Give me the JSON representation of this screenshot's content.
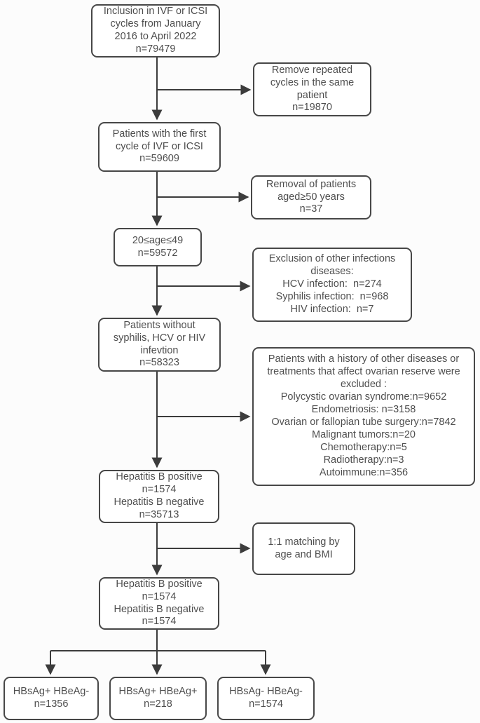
{
  "style": {
    "background": "#fcfcfc",
    "box_border_color": "#474747",
    "box_text_color": "#4e4e4e",
    "line_color": "#3c3c3c"
  },
  "flowchart": {
    "boxes": {
      "inclusion": "Inclusion in IVF or ICSI\ncycles from January\n2016 to April 2022\nn=79479",
      "remove_repeated": "Remove repeated\ncycles in the same\npatient\nn=19870",
      "first_cycle": "Patients with the first\ncycle of IVF or ICSI\nn=59609",
      "remove_aged": "Removal of patients\naged≥50 years\nn=37",
      "age_range": "20≤age≤49\nn=59572",
      "exclude_infections": "Exclusion of other infections\ndiseases:\nHCV infection:  n=274\nSyphilis infection:  n=968\nHIV infection:  n=7",
      "no_infection": "Patients without\nsyphilis, HCV or HIV\ninfevtion\nn=58323",
      "exclude_history": "Patients with a history of other diseases or\ntreatments that affect ovarian reserve were\nexcluded :\nPolycystic ovarian syndrome:n=9652\nEndometriosis: n=3158\nOvarian or fallopian tube surgery:n=7842\nMalignant tumors:n=20\nChemotherapy:n=5\nRadiotherapy:n=3\nAutoimmune:n=356",
      "hbv_groups_initial": "Hepatitis B positive\nn=1574\nHepatitis B negative\nn=35713",
      "matching": "1:1 matching by\nage and BMI",
      "hbv_groups_matched": "Hepatitis B positive\nn=1574\nHepatitis B negative\nn=1574",
      "group_hbsag_pos_hbeag_neg": "HBsAg+ HBeAg-\nn=1356",
      "group_hbsag_pos_hbeag_pos": "HBsAg+ HBeAg+\nn=218",
      "group_hbsag_neg_hbeag_neg": "HBsAg- HBeAg-\nn=1574"
    }
  }
}
